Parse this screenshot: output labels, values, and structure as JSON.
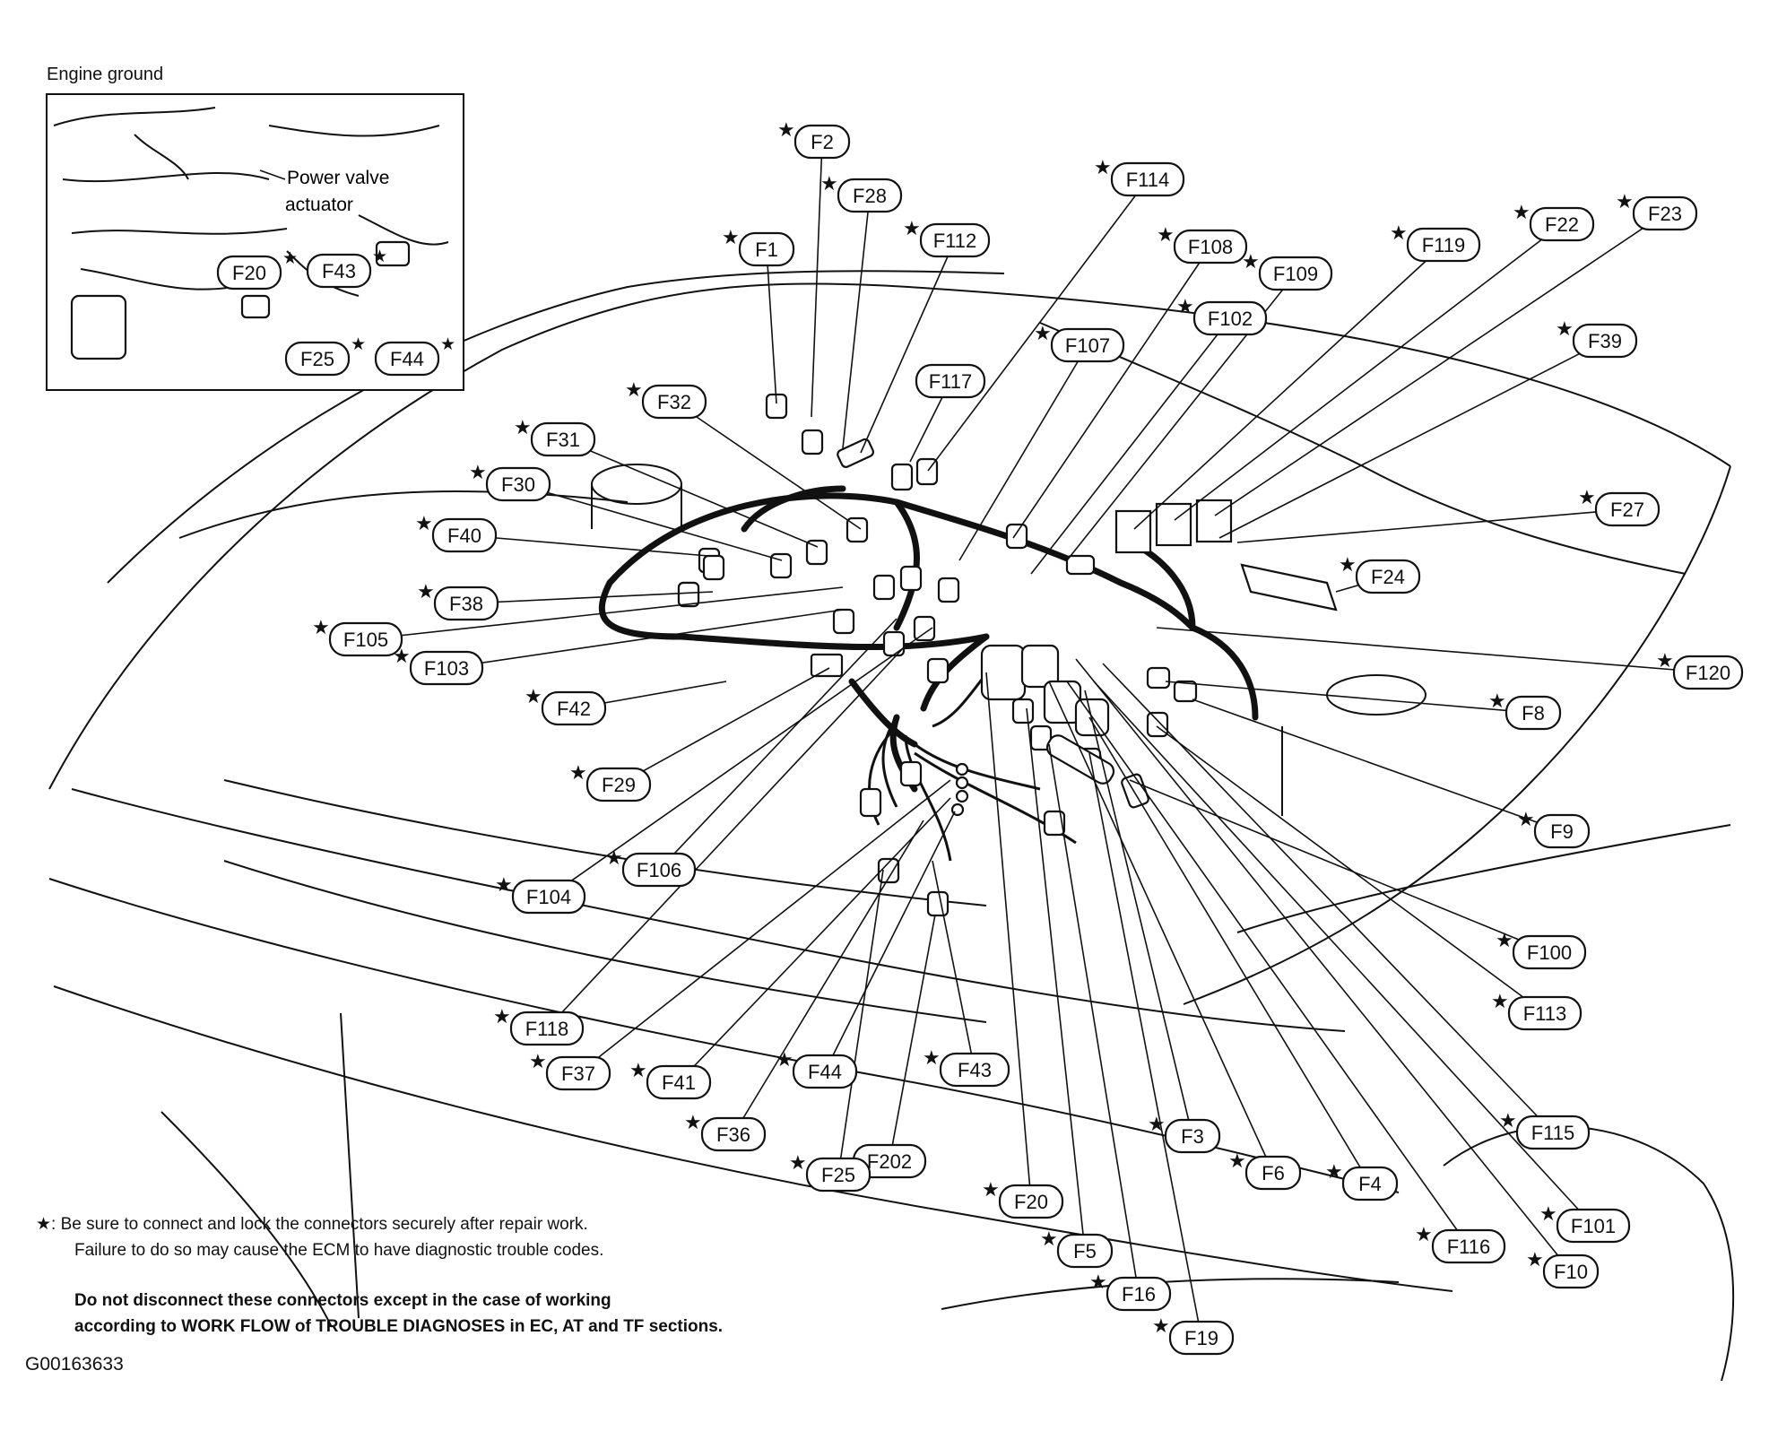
{
  "inset": {
    "title": "Engine ground",
    "label_line1": "Power valve",
    "label_line2": "actuator",
    "connectors": [
      {
        "id": "F20",
        "star": true
      },
      {
        "id": "F43",
        "star": true
      },
      {
        "id": "F25",
        "star": true
      },
      {
        "id": "F44",
        "star": true
      }
    ]
  },
  "connectors": [
    {
      "id": "F2",
      "star": true
    },
    {
      "id": "F28",
      "star": true
    },
    {
      "id": "F1",
      "star": true
    },
    {
      "id": "F112",
      "star": true
    },
    {
      "id": "F114",
      "star": true
    },
    {
      "id": "F108",
      "star": true
    },
    {
      "id": "F109",
      "star": true
    },
    {
      "id": "F119",
      "star": true
    },
    {
      "id": "F22",
      "star": true
    },
    {
      "id": "F23",
      "star": true
    },
    {
      "id": "F102",
      "star": true
    },
    {
      "id": "F107",
      "star": true
    },
    {
      "id": "F39",
      "star": true
    },
    {
      "id": "F117",
      "star": false
    },
    {
      "id": "F32",
      "star": true
    },
    {
      "id": "F31",
      "star": true
    },
    {
      "id": "F30",
      "star": true
    },
    {
      "id": "F40",
      "star": true
    },
    {
      "id": "F38",
      "star": true
    },
    {
      "id": "F105",
      "star": true
    },
    {
      "id": "F103",
      "star": true
    },
    {
      "id": "F42",
      "star": true
    },
    {
      "id": "F29",
      "star": true
    },
    {
      "id": "F106",
      "star": true
    },
    {
      "id": "F104",
      "star": true
    },
    {
      "id": "F118",
      "star": true
    },
    {
      "id": "F37",
      "star": true
    },
    {
      "id": "F41",
      "star": true
    },
    {
      "id": "F44",
      "star": true
    },
    {
      "id": "F36",
      "star": true
    },
    {
      "id": "F43",
      "star": true
    },
    {
      "id": "F202",
      "star": false
    },
    {
      "id": "F25",
      "star": true
    },
    {
      "id": "F20",
      "star": true
    },
    {
      "id": "F5",
      "star": true
    },
    {
      "id": "F3",
      "star": true
    },
    {
      "id": "F6",
      "star": true
    },
    {
      "id": "F4",
      "star": true
    },
    {
      "id": "F16",
      "star": true
    },
    {
      "id": "F19",
      "star": true
    },
    {
      "id": "F27",
      "star": true
    },
    {
      "id": "F24",
      "star": true
    },
    {
      "id": "F120",
      "star": true
    },
    {
      "id": "F8",
      "star": true
    },
    {
      "id": "F9",
      "star": true
    },
    {
      "id": "F100",
      "star": true
    },
    {
      "id": "F113",
      "star": true
    },
    {
      "id": "F115",
      "star": true
    },
    {
      "id": "F101",
      "star": true
    },
    {
      "id": "F116",
      "star": true
    },
    {
      "id": "F10",
      "star": true
    }
  ],
  "footnote": {
    "line1": "★: Be sure to connect and lock the connectors securely after repair work.",
    "line2": "Failure to do so may cause the ECM to have diagnostic trouble codes.",
    "bold_line1": "Do not disconnect these connectors except in the case of working",
    "bold_line2": "according to WORK FLOW of TROUBLE DIAGNOSES in EC, AT and TF sections."
  },
  "doc_code": "G00163633"
}
